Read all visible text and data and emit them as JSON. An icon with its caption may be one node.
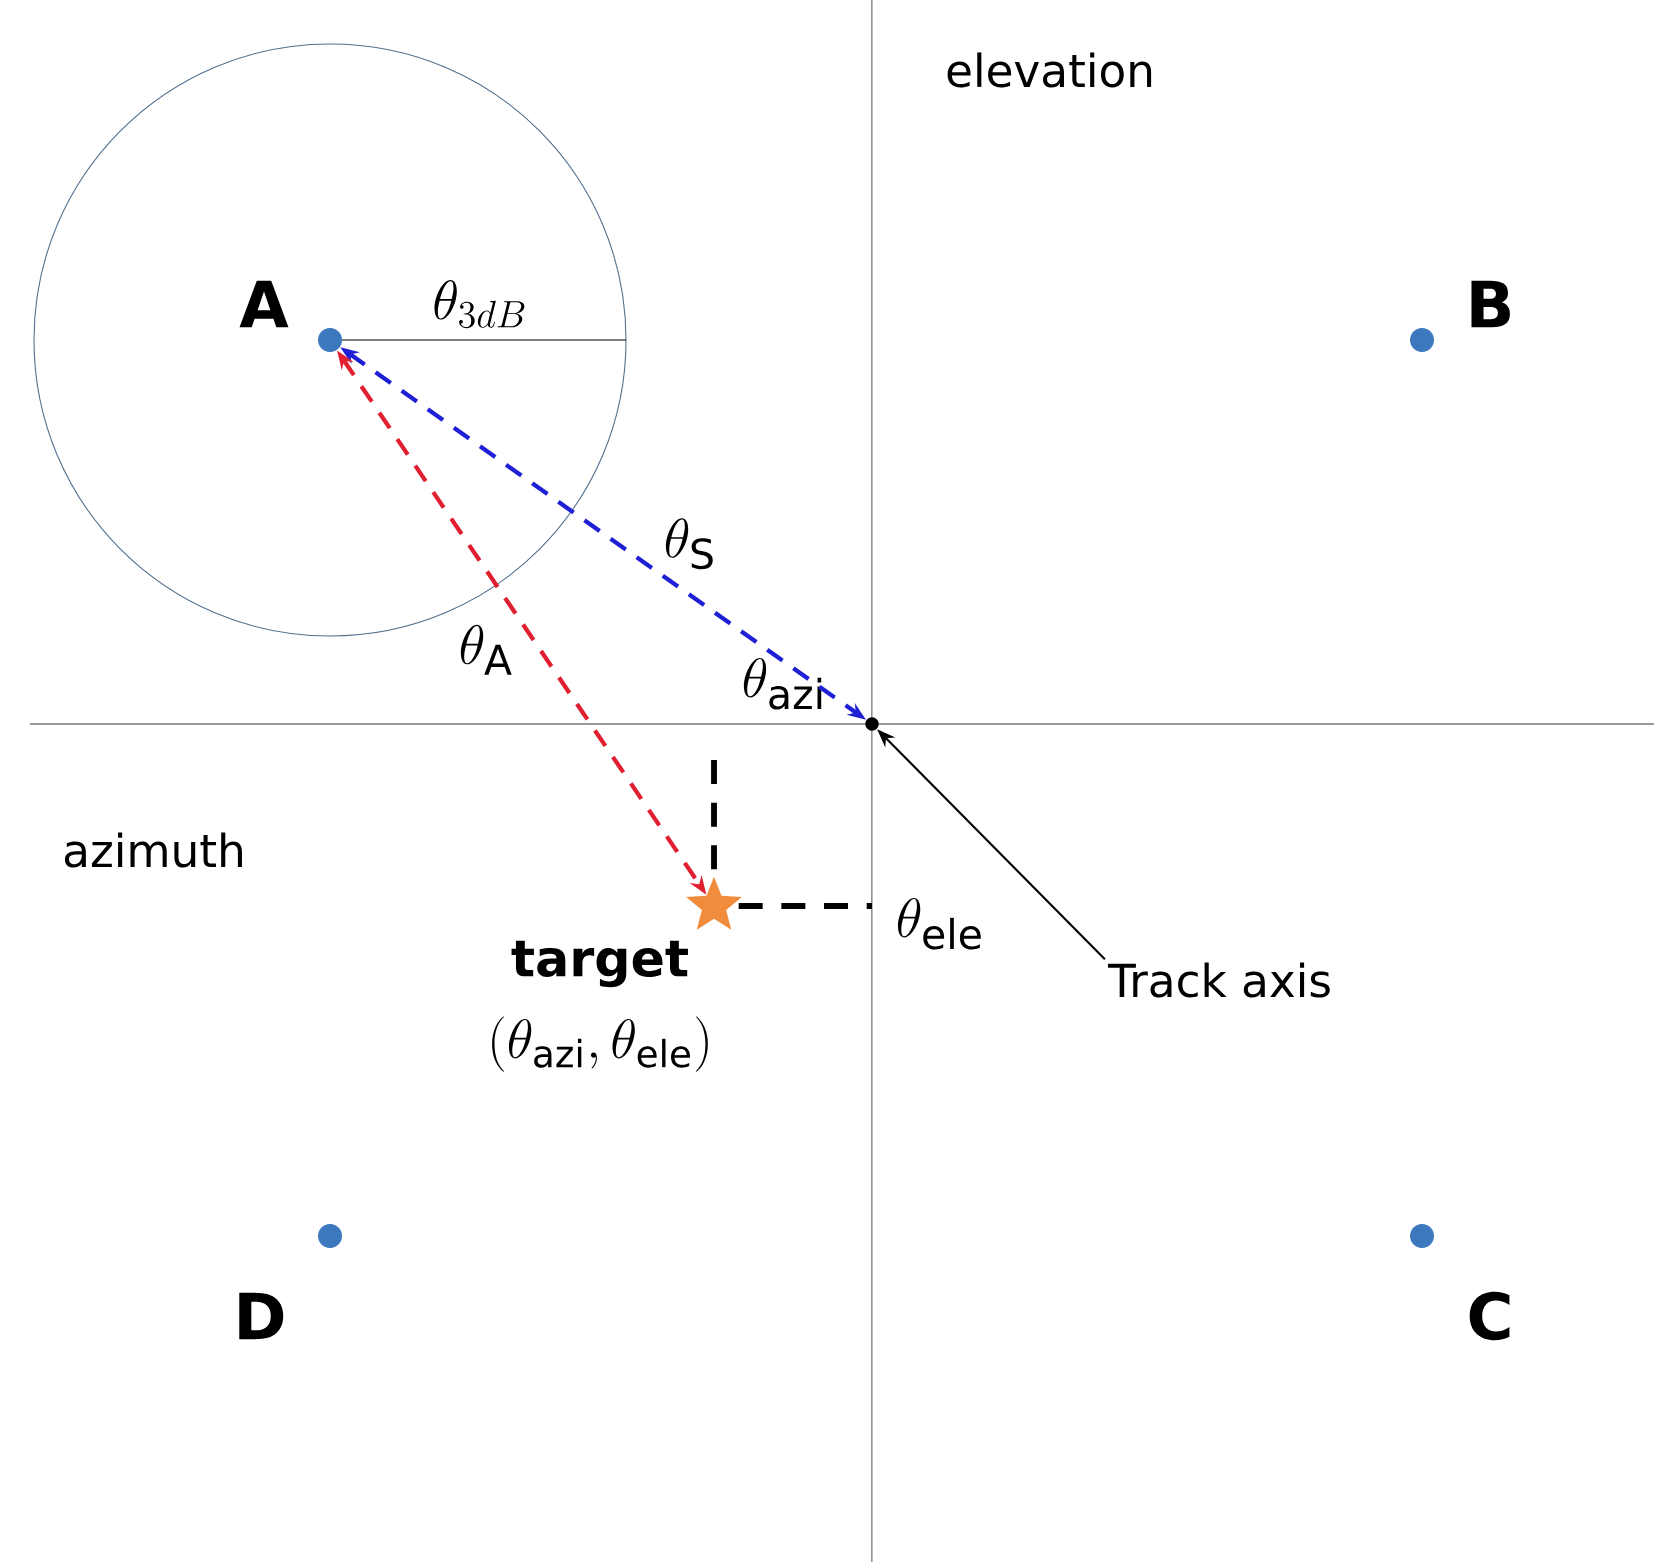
{
  "diagram": {
    "nodes": [
      {
        "text": [],
        "shape": "circle",
        "beside": [
          "A"
        ]
      },
      {
        "text": [],
        "shape": "circle",
        "beside": [
          "B"
        ]
      },
      {
        "text": [],
        "shape": "circle",
        "beside": [
          "C"
        ]
      },
      {
        "text": [],
        "shape": "circle",
        "beside": [
          "D"
        ]
      },
      {
        "text": [],
        "shape": "circle"
      },
      {
        "text": [],
        "shape": "star",
        "beside": [
          "target"
        ]
      },
      {
        "text": [
          "Track axis"
        ]
      }
    ],
    "edges": [
      {
        "from": 0,
        "to": 4,
        "arrow": "both",
        "style": "dashed",
        "color": "#1f1fd6"
      },
      {
        "from": 0,
        "to": 5,
        "arrow": "both",
        "style": "dashed",
        "color": "#e02030"
      },
      {
        "from": 6,
        "to": 4,
        "arrow": "to",
        "color": "#000000"
      }
    ],
    "labels": [
      "elevation",
      "azimuth",
      "\\theta_{3dB}",
      "\\theta_{\\mathrm{S}}",
      "\\theta_{\\mathrm{A}}",
      "\\theta_{\\mathrm{azi}}",
      "\\theta_{\\mathrm{ele}}",
      "(\\theta_{\\mathrm{azi}},\\theta_{\\mathrm{ele}})"
    ]
  }
}
